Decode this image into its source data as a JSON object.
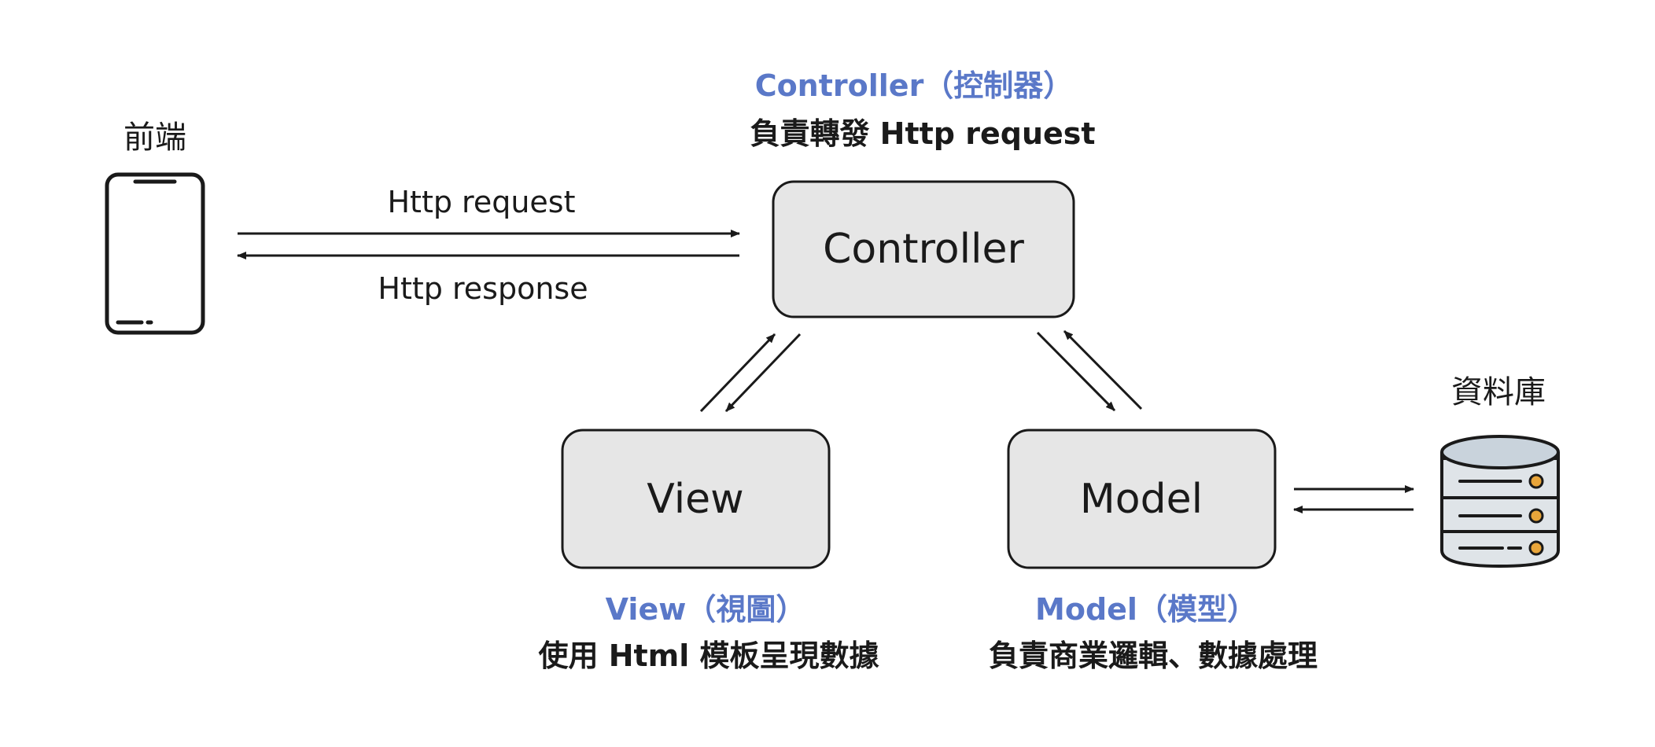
{
  "frontend": {
    "label": "前端",
    "icon": "smartphone-icon"
  },
  "database": {
    "label": "資料庫",
    "icon": "database-icon",
    "accent_color": "#e8a53a",
    "body_color": "#dfe4e8"
  },
  "controller": {
    "box_label": "Controller",
    "title": "Controller（控制器）",
    "description": "負責轉發 Http request"
  },
  "view": {
    "box_label": "View",
    "title": "View（視圖）",
    "description": "使用 Html 模板呈現數據"
  },
  "model": {
    "box_label": "Model",
    "title": "Model（模型）",
    "description": "負責商業邏輯、數據處理"
  },
  "edges": {
    "request_label": "Http request",
    "response_label": "Http response"
  },
  "colors": {
    "title_blue": "#5a78c8",
    "box_fill": "#e6e6e6",
    "stroke": "#1a1a1a"
  }
}
